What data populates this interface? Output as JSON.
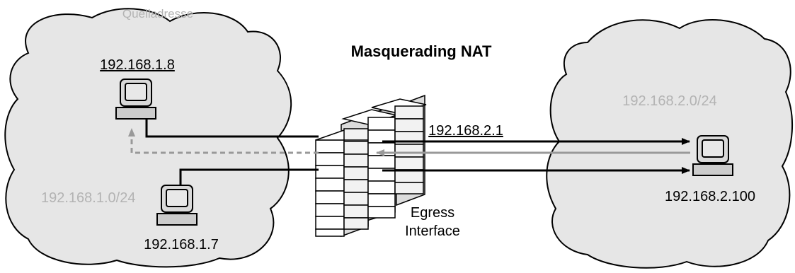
{
  "title": "Masquerading NAT",
  "source_label": "Quelladresse",
  "egress_label_line1": "Egress",
  "egress_label_line2": "Interface",
  "router_ip": "192.168.2.1",
  "left_network": {
    "subnet": "192.168.1.0/24",
    "host_top": "192.168.1.8",
    "host_bottom": "192.168.1.7"
  },
  "right_network": {
    "subnet": "192.168.2.0/24",
    "host": "192.168.2.100"
  },
  "colors": {
    "cloud_fill": "#e6e6e6",
    "gray_text": "#b3b3b3",
    "arrow_gray": "#999999",
    "line": "#000000"
  }
}
